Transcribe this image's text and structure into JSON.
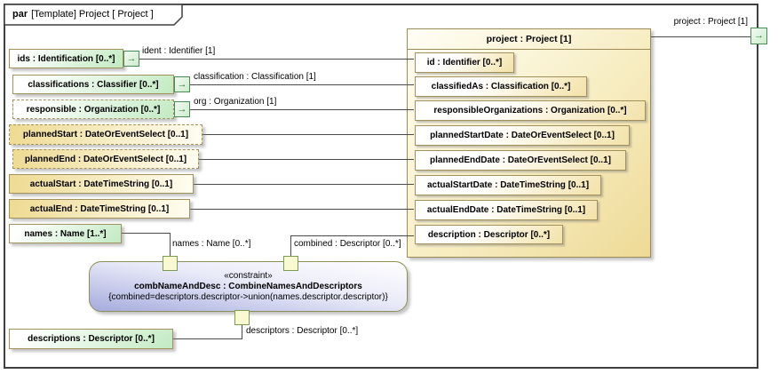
{
  "tab": {
    "keyword": "par",
    "title": "[Template] Project [ Project ]"
  },
  "external": {
    "port_label": "project : Project [1]"
  },
  "colors": {
    "frame_border": "#3f3f3f",
    "box_border": "#a3915c",
    "green_fill": "#c2eac2",
    "yellow_fill": "#eeda92",
    "constraint_fill": "#a5abdd",
    "port_green": "#4a8a55",
    "port_yellow": "#fafad2",
    "connector": "#4a4a4a"
  },
  "left_parts": [
    {
      "label": "ids : Identification [0..*]",
      "port_label": "ident : Identifier [1]"
    },
    {
      "label": "classifications : Classifier [0..*]",
      "port_label": "classification : Classification [1]"
    },
    {
      "label": "responsible : Organization [0..*]",
      "port_label": "org : Organization [1]"
    },
    {
      "label": "plannedStart : DateOrEventSelect [0..1]"
    },
    {
      "label": "plannedEnd : DateOrEventSelect [0..1]"
    },
    {
      "label": "actualStart : DateTimeString [0..1]"
    },
    {
      "label": "actualEnd : DateTimeString [0..1]"
    },
    {
      "label": "names : Name [1..*]"
    },
    {
      "label": "descriptions : Descriptor [0..*]"
    }
  ],
  "project": {
    "title": "project : Project [1]",
    "parts": [
      {
        "label": "id : Identifier [0..*]"
      },
      {
        "label": "classifiedAs : Classification [0..*]"
      },
      {
        "label": "responsibleOrganizations : Organization [0..*]"
      },
      {
        "label": "plannedStartDate : DateOrEventSelect [0..1]"
      },
      {
        "label": "plannedEndDate : DateOrEventSelect [0..1]"
      },
      {
        "label": "actualStartDate : DateTimeString [0..1]"
      },
      {
        "label": "actualEndDate : DateTimeString [0..1]"
      },
      {
        "label": "description : Descriptor [0..*]"
      }
    ]
  },
  "constraint": {
    "stereotype": "«constraint»",
    "name": "combNameAndDesc : CombineNamesAndDescriptors",
    "expression": "{combined=descriptors.descriptor->union(names.descriptor.descriptor)}",
    "port_labels": {
      "names": "names : Name [0..*]",
      "combined": "combined : Descriptor [0..*]",
      "descriptors": "descriptors : Descriptor [0..*]"
    }
  },
  "icons": {
    "port_arrow": "→"
  }
}
